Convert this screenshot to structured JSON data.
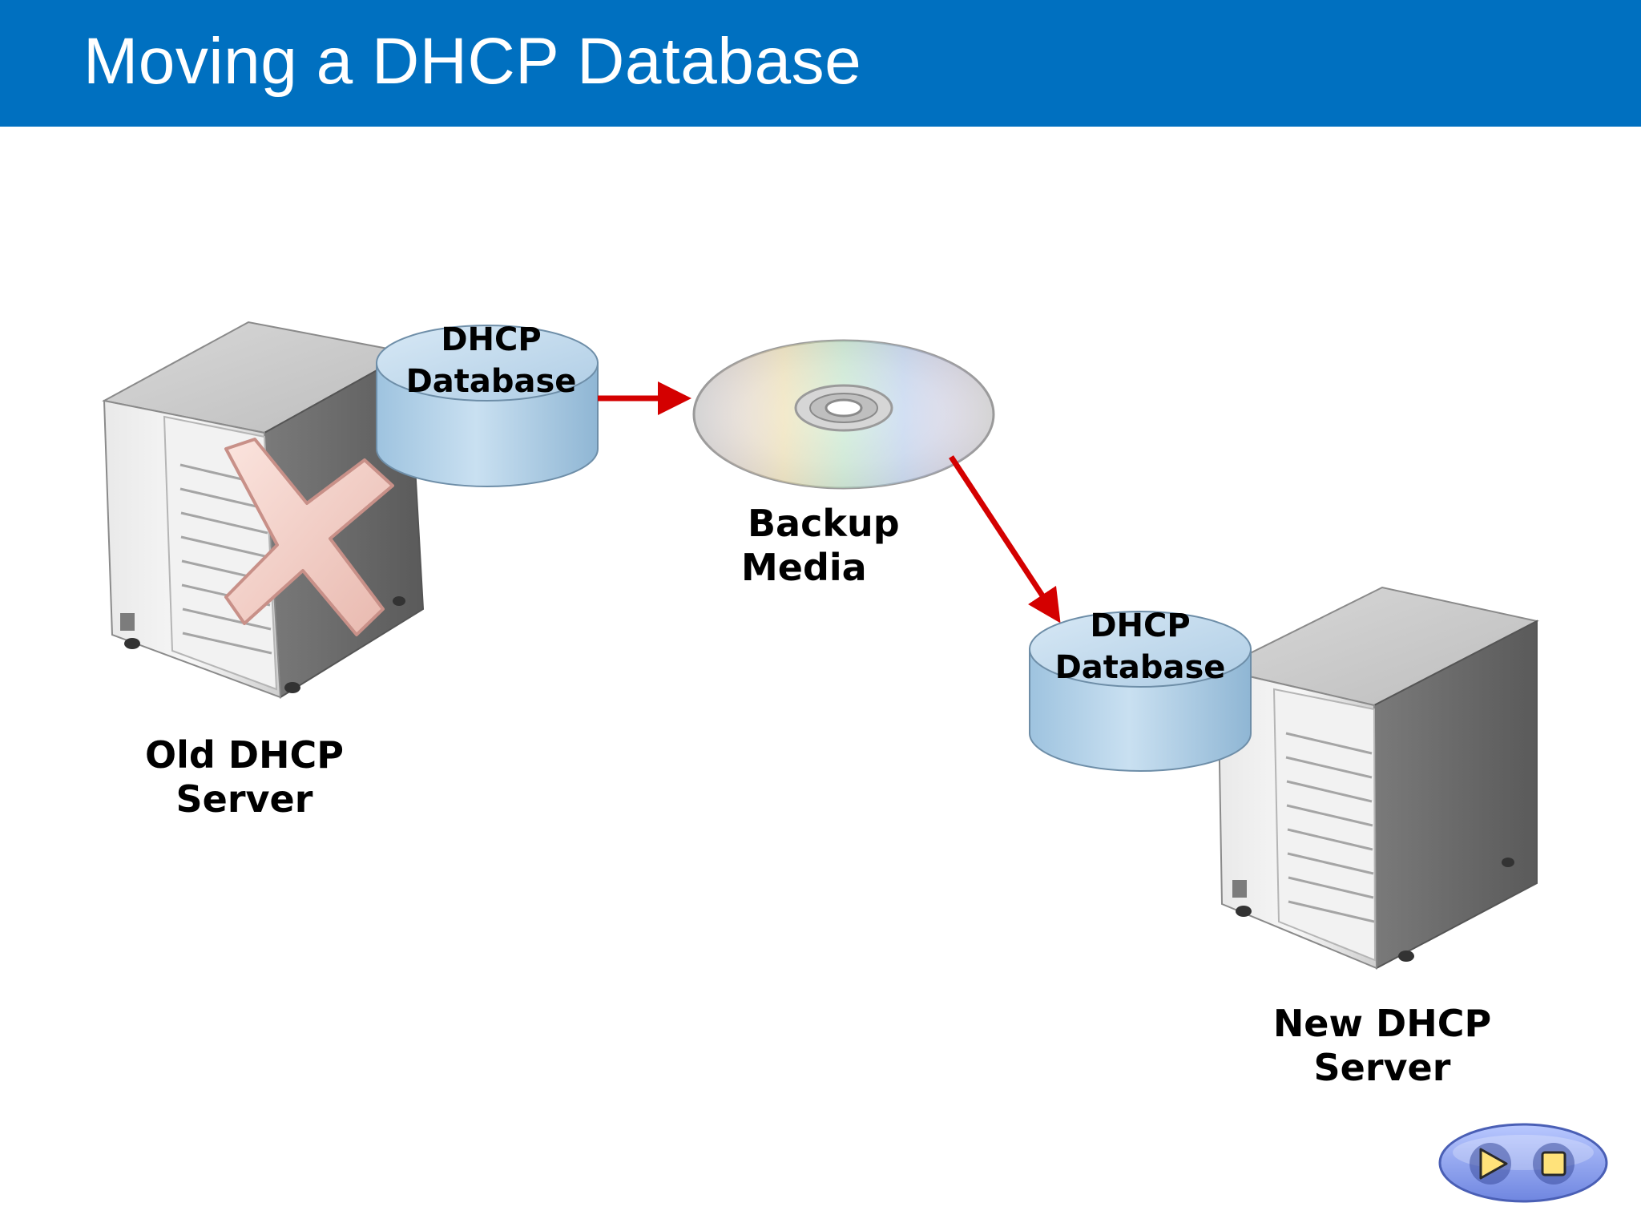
{
  "header": {
    "title": "Moving a DHCP Database"
  },
  "old_server": {
    "caption_line1": "Old DHCP",
    "caption_line2": "Server",
    "db_line1": "DHCP",
    "db_line2": "Database"
  },
  "backup": {
    "caption_line1": "Backup",
    "caption_line2": "Media"
  },
  "new_server": {
    "caption_line1": "New DHCP",
    "caption_line2": "Server",
    "db_line1": "DHCP",
    "db_line2": "Database"
  },
  "colors": {
    "header_bg": "#0070c0",
    "arrow": "#d40000",
    "database": "#a9cbe4",
    "failure_x": "#f0c8c0"
  },
  "icons": [
    "server-icon",
    "database-icon",
    "cd-disc-icon",
    "failure-x-icon",
    "play-icon",
    "stop-icon"
  ]
}
